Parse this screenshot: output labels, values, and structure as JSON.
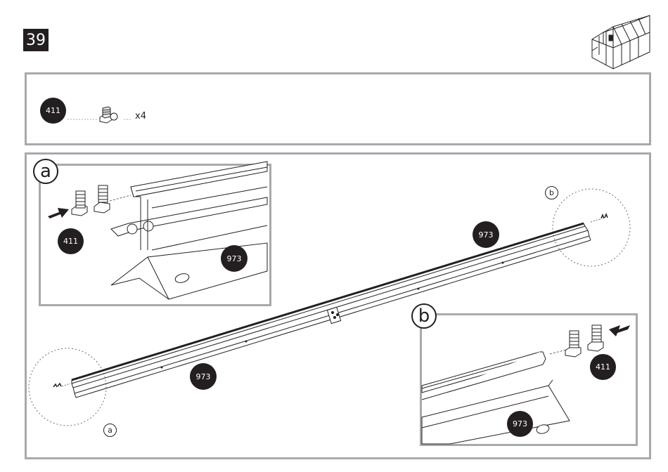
{
  "step": {
    "number": "39"
  },
  "parts": {
    "bolt_code": "411",
    "bolt_quantity": "x4"
  },
  "main": {
    "profile_code_upper": "973",
    "profile_code_lower": "973",
    "callout_a": "a",
    "callout_b": "b"
  },
  "detail_a": {
    "label": "a",
    "bolt_code": "411",
    "profile_code": "973"
  },
  "detail_b": {
    "label": "b",
    "bolt_code": "411",
    "profile_code": "973"
  },
  "icons": [
    "greenhouse-icon",
    "bolt-icon",
    "arrow-icon"
  ]
}
